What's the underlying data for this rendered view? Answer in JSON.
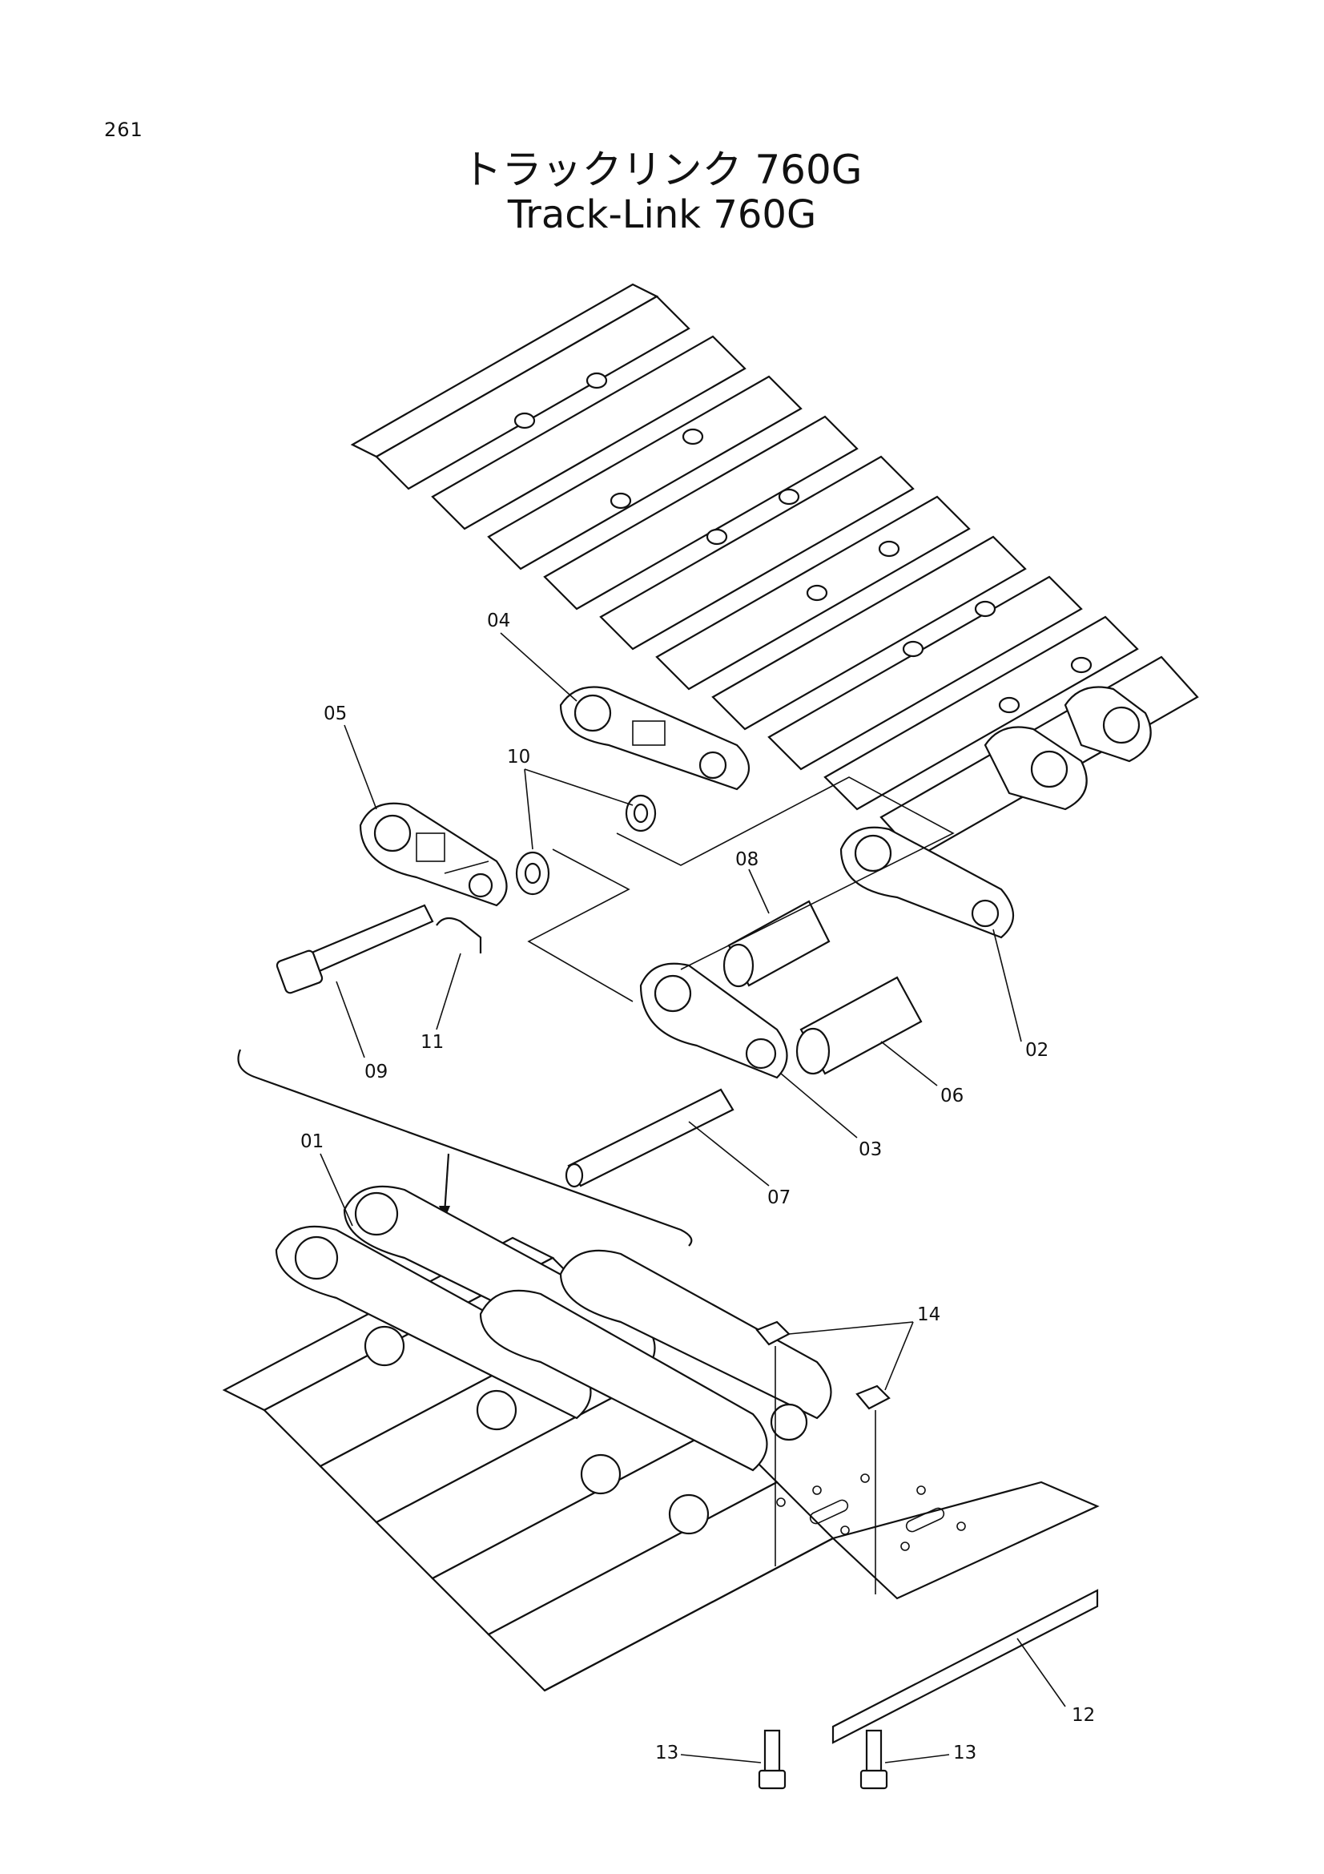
{
  "page_number": "261",
  "title_jp": "トラックリンク 760G",
  "title_en": "Track-Link 760G",
  "callouts": {
    "p01": "01",
    "p02": "02",
    "p03": "03",
    "p04": "04",
    "p05": "05",
    "p06": "06",
    "p07": "07",
    "p08": "08",
    "p09": "09",
    "p10": "10",
    "p11": "11",
    "p12": "12",
    "p13a": "13",
    "p13b": "13",
    "p14": "14"
  }
}
